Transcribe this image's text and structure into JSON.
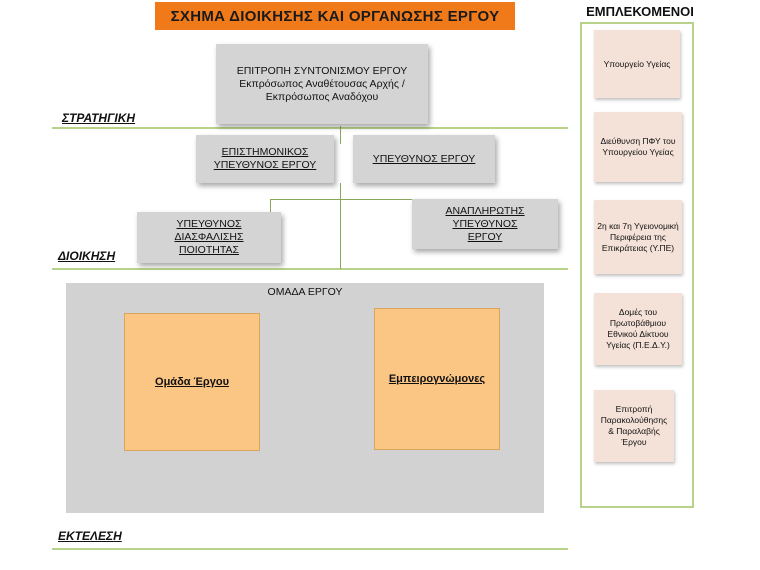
{
  "title": "ΣΧΗΜΑ ΔΙΟΙΚΗΣΗΣ ΚΑΙ ΟΡΓΑΝΩΣΗΣ ΕΡΓΟΥ",
  "levels": {
    "strategic": "ΣΤΡΑΤΗΓΙΚΗ",
    "management": "ΔΙΟΙΚΗΣΗ",
    "execution": "ΕΚΤΕΛΕΣΗ"
  },
  "boxes": {
    "committee_line1": "ΕΠΙΤΡΟΠΗ ΣΥΝΤΟΝΙΣΜΟΥ ΕΡΓΟΥ",
    "committee_line2": "Εκπρόσωπος Αναθέτουσας Αρχής /",
    "committee_line3": "Εκπρόσωπος Αναδόχου",
    "scientific_line1": "ΕΠΙΣΤΗΜΟΝΙΚΟΣ",
    "scientific_line2": "ΥΠΕΥΘΥΝΟΣ  ΕΡΓΟΥ",
    "project_manager": "ΥΠΕΥΘΥΝΟΣ  ΕΡΓΟΥ",
    "quality_line1": "ΥΠΕΥΘΥΝΟΣ ΔΙΑΣΦΑΛΙΣΗΣ",
    "quality_line2": "ΠΟΙΟΤΗΤΑΣ",
    "deputy_line1": "ΑΝΑΠΛΗΡΩΤΗΣ ΥΠΕΥΘΥΝΟΣ",
    "deputy_line2": "ΕΡΓΟΥ"
  },
  "team": {
    "label": "ΟΜΑΔΑ ΕΡΓΟΥ",
    "team_box": "Ομάδα Έργου",
    "experts_box": "Εμπειρογνώμονες"
  },
  "involved": {
    "title": "ΕΜΠΛΕΚΟΜΕΝΟΙ",
    "items": [
      "Υπουργείο Υγείας",
      "Διεύθυνση ΠΦΥ του Υπουργείου Υγείας",
      "2η και 7η Υγειονομική Περιφέρεια της Επικράτειας  (Υ.ΠΕ)",
      "Δομές του Πρωτοβάθμιου Εθνικού Δίκτυου Υγείας (Π.Ε.Δ.Υ.)",
      "Επιτροπή Παρακολούθησης & Παραλαβής Έργου"
    ]
  },
  "colors": {
    "title_bg": "#f07a1a",
    "box_bg": "#d4d4d4",
    "team_box_bg": "#fbc583",
    "side_box_bg": "#f4e2d8",
    "accent_line": "#b8d28a"
  }
}
